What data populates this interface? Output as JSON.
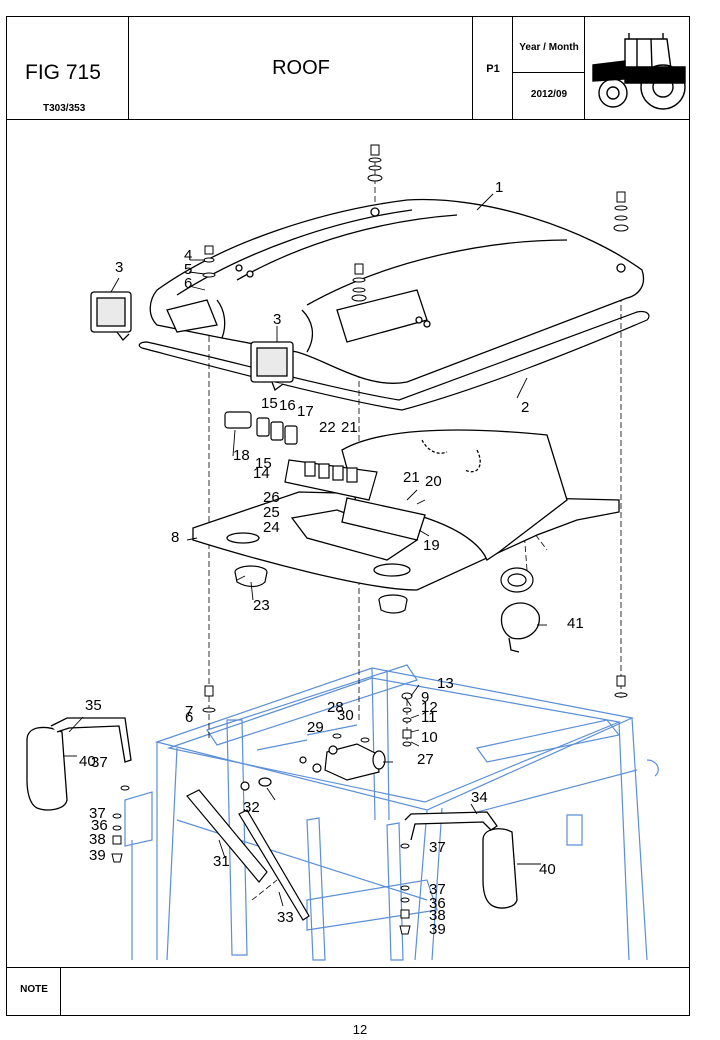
{
  "header": {
    "fig_label": "FIG 715",
    "model_code": "T303/353",
    "title": "ROOF",
    "page_code": "P1",
    "date_label": "Year / Month",
    "date_value": "2012/09",
    "tractor_icon": "tractor-icon"
  },
  "diagram": {
    "callouts": [
      "1",
      "2",
      "3",
      "3",
      "4",
      "5",
      "6",
      "6",
      "7",
      "8",
      "9",
      "10",
      "11",
      "12",
      "13",
      "14",
      "15",
      "15",
      "16",
      "17",
      "18",
      "19",
      "20",
      "21",
      "21",
      "22",
      "23",
      "24",
      "25",
      "26",
      "27",
      "28",
      "29",
      "30",
      "31",
      "32",
      "33",
      "34",
      "35",
      "36",
      "36",
      "37",
      "37",
      "37",
      "37",
      "38",
      "38",
      "39",
      "39",
      "40",
      "40",
      "41"
    ],
    "colors": {
      "line": "#000000",
      "frame": "#5b8fd6",
      "roof_fill": "#ffffff"
    }
  },
  "footer": {
    "note_label": "NOTE",
    "note_text": "",
    "page_number": "12"
  }
}
